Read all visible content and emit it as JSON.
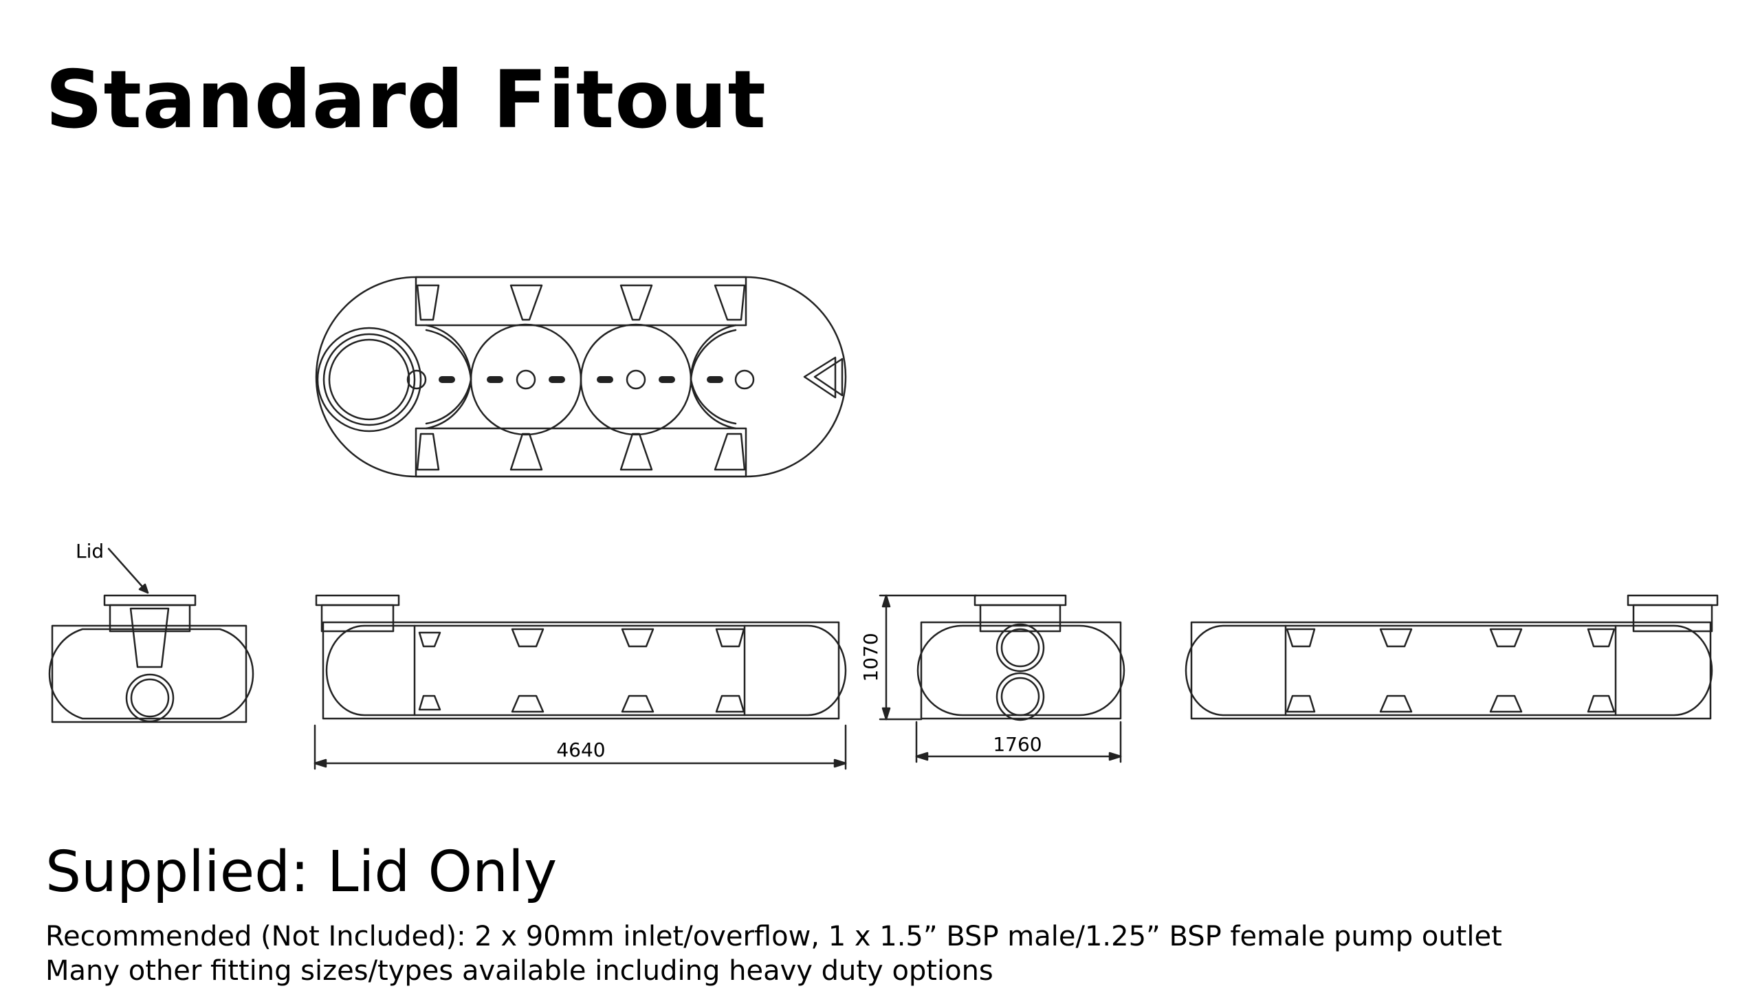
{
  "title": "Standard Fitout",
  "labels": {
    "lid": "Lid",
    "dim_length": "4640",
    "dim_height": "1070",
    "dim_width": "1760"
  },
  "supplied": "Supplied: Lid Only",
  "notes": [
    "Recommended (Not Included): 2 x 90mm inlet/overflow, 1 x 1.5” BSP male/1.25” BSP female pump outlet",
    "Many other fitting sizes/types available including heavy duty options"
  ],
  "colors": {
    "line": "#222222",
    "text": "#000000",
    "background": "#ffffff"
  }
}
